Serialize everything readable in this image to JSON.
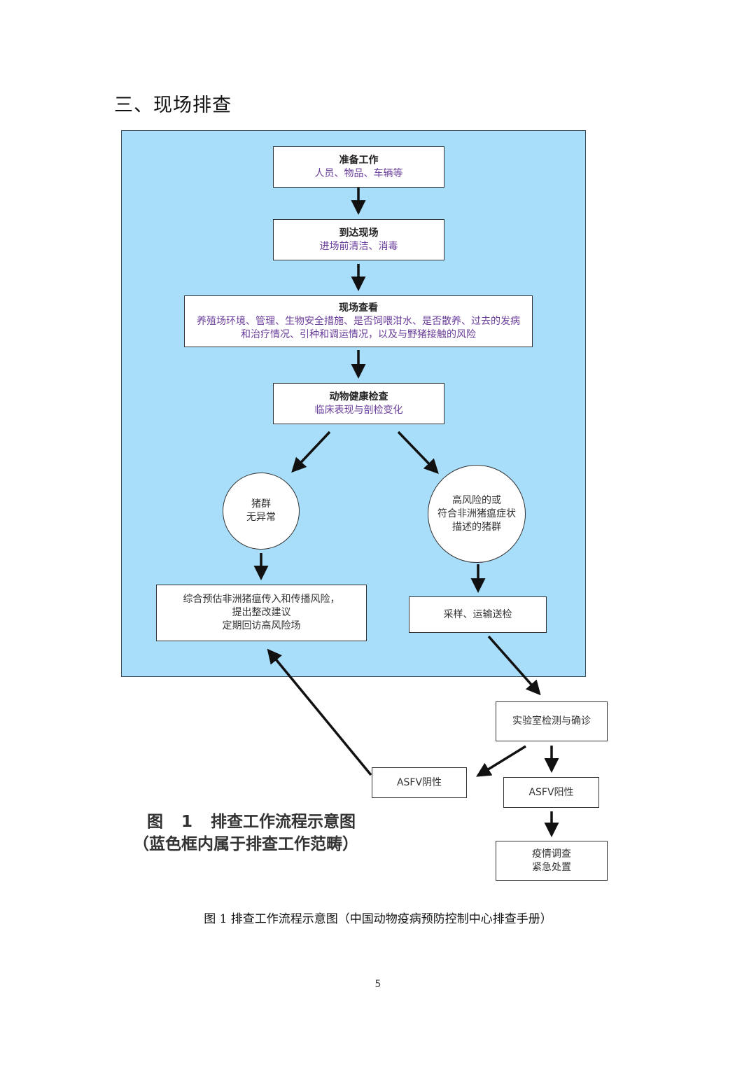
{
  "section_title": "三、现场排查",
  "flow": {
    "prep": {
      "title": "准备工作",
      "detail": "人员、物品、车辆等"
    },
    "arrive": {
      "title": "到达现场",
      "detail": "进场前清洁、消毒"
    },
    "inspect": {
      "title": "现场查看",
      "detail_line1": "养殖场环境、管理、生物安全措施、是否饲喂泔水、是否散养、过去的发病",
      "detail_line2": "和治疗情况、引种和调运情况，以及与野猪接触的风险"
    },
    "health": {
      "title": "动物健康检查",
      "detail": "临床表现与剖检变化"
    },
    "normal": {
      "line1": "猪群",
      "line2": "无异常"
    },
    "high_risk": {
      "line1": "高风险的或",
      "line2": "符合非洲猪瘟症状",
      "line3": "描述的猪群"
    },
    "assess": {
      "line1": "综合预估非洲猪瘟传入和传播风险，",
      "line2": "提出整改建议",
      "line3": "定期回访高风险场"
    },
    "sampling": {
      "label": "采样、运输送检"
    },
    "lab": {
      "label": "实验室检测与确诊"
    },
    "negative": {
      "label": "ASFV阴性"
    },
    "positive": {
      "label": "ASFV阳性"
    },
    "response": {
      "line1": "疫情调查",
      "line2": "紧急处置"
    }
  },
  "inner_caption": {
    "line1": "图 1 排查工作流程示意图",
    "line2": "（蓝色框内属于排查工作范畴）"
  },
  "figure_caption": "图 1 排查工作流程示意图（中国动物疫病预防控制中心排查手册）",
  "page_number": "5"
}
